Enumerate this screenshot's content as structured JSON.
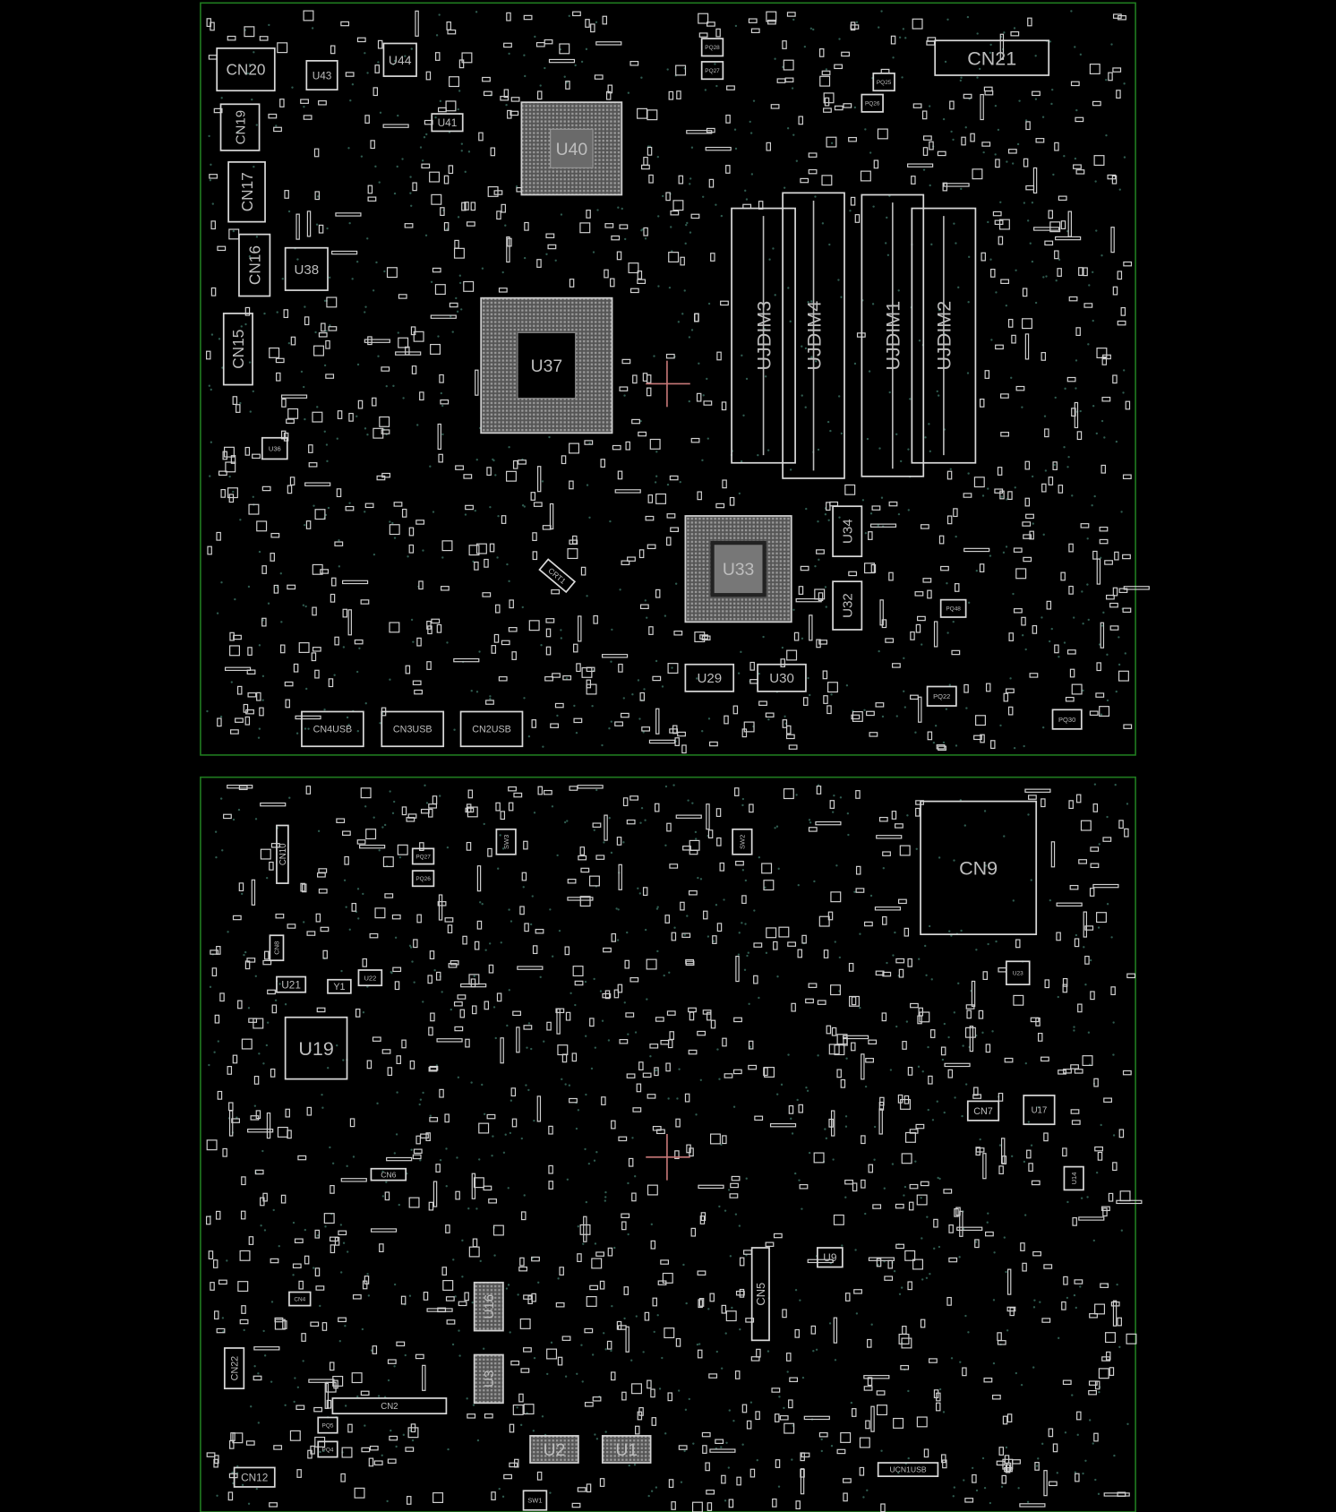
{
  "title": "Motherboard boardview (top and bottom layers)",
  "colors": {
    "board_edge": "#1f7a1f",
    "outline": "#d8d8d8",
    "label": "#bdbdbd",
    "crosshair": "#c87878",
    "via": "#2f5b4f"
  },
  "top_layer": {
    "components": [
      "CN20",
      "CN19",
      "CN17",
      "CN16",
      "CN15",
      "U43",
      "U44",
      "U41",
      "U40",
      "U38",
      "U37",
      "UJDIM3",
      "UJDIM4",
      "UJDIM1",
      "UJDIM2",
      "CN21",
      "U33",
      "U34",
      "U32",
      "U29",
      "U30",
      "CN4USB",
      "CN3USB",
      "CN2USB",
      "CRT1",
      "PQ22",
      "PQ30",
      "PQ28",
      "PQ27",
      "PQ26",
      "PQ25",
      "U36",
      "PQ48"
    ]
  },
  "bottom_layer": {
    "components": [
      "CN10",
      "PQ27",
      "PQ26",
      "SW3",
      "SW2",
      "CN9",
      "CN8",
      "U21",
      "Y1",
      "U22",
      "U19",
      "CN7",
      "U17",
      "CN6",
      "U16",
      "U3",
      "CN5",
      "U9",
      "CN2",
      "U2",
      "U1",
      "CN12",
      "UCN1USB",
      "SW1",
      "CN22",
      "U14",
      "PQ5",
      "PQ4",
      "CN4",
      "U23"
    ]
  }
}
